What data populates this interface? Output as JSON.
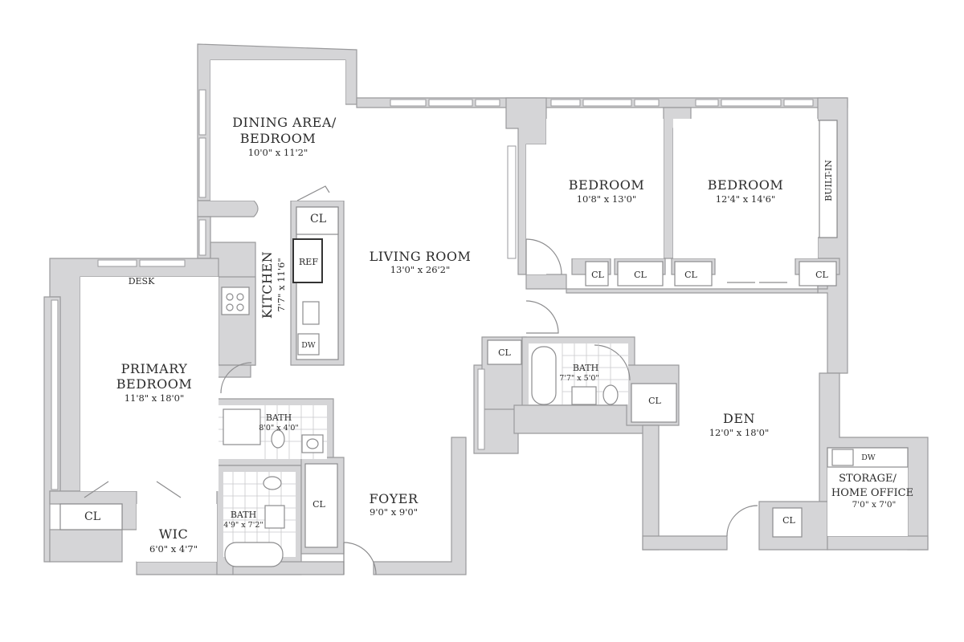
{
  "rooms": {
    "dining": {
      "name_line1": "DINING AREA/",
      "name_line2": "BEDROOM",
      "dims": "10'0\" x 11'2\""
    },
    "living": {
      "name": "LIVING ROOM",
      "dims": "13'0\" x 26'2\""
    },
    "kitchen": {
      "name": "KITCHEN",
      "dims": "7'7\" x 11'6\""
    },
    "bedroom1": {
      "name": "BEDROOM",
      "dims": "10'8\" x 13'0\""
    },
    "bedroom2": {
      "name": "BEDROOM",
      "dims": "12'4\" x 14'6\""
    },
    "primary": {
      "name_line1": "PRIMARY",
      "name_line2": "BEDROOM",
      "dims": "11'8\" x 18'0\""
    },
    "bath_primary": {
      "name": "BATH",
      "dims": "8'0\" x 4'0\""
    },
    "bath_hall": {
      "name": "BATH",
      "dims": "4'9\" x 7'2\""
    },
    "bath_center": {
      "name": "BATH",
      "dims": "7'7\" x 5'0\""
    },
    "wic": {
      "name": "WIC",
      "dims": "6'0\" x 4'7\""
    },
    "foyer": {
      "name": "FOYER",
      "dims": "9'0\" x 9'0\""
    },
    "den": {
      "name": "DEN",
      "dims": "12'0\" x 18'0\""
    },
    "storage": {
      "name_line1": "STORAGE/",
      "name_line2": "HOME OFFICE",
      "dims": "7'0\" x 7'0\""
    }
  },
  "fixtures": {
    "desk": "DESK",
    "built_in": "BUILT-IN",
    "ref": "REF",
    "dw": "DW",
    "closet": "CL"
  }
}
